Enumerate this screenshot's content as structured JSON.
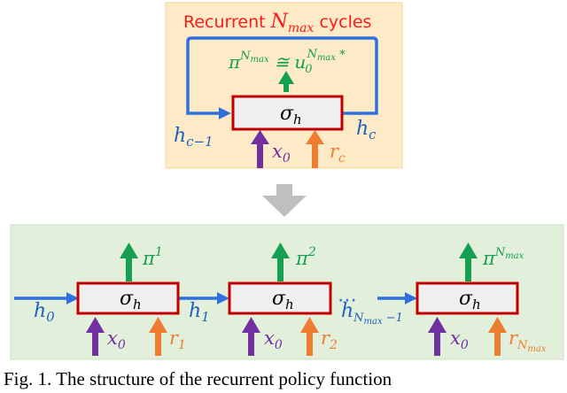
{
  "colors": {
    "top_panel_fill": "#fdebc8",
    "top_panel_stroke": "#f4d49a",
    "bottom_panel_fill": "#e2efda",
    "bottom_panel_stroke": "#c9dfbc",
    "cell_fill": "#efefef",
    "cell_stroke": "#c00000",
    "loop_blue": "#2f6fe0",
    "text_blue": "#1f5fbf",
    "green": "#14a050",
    "purple": "#7030a0",
    "orange": "#ed7d31",
    "title_red": "#ff1a1a",
    "down_arrow_gray": "#bfbfbf"
  },
  "top_panel": {
    "title_prefix": "Recurrent ",
    "title_var": "N",
    "title_sub": "max",
    "title_suffix": " cycles",
    "cell": {
      "sym": "σ",
      "sub": "h"
    },
    "output": {
      "pi": "π",
      "pi_sup_N": "N",
      "pi_sup_max": "max",
      "approx": "≅",
      "u": "u",
      "u_sub": "0",
      "u_sup_N": "N",
      "u_sup_max": "max",
      "u_star": " *"
    },
    "input_left": {
      "sym": "h",
      "sub": "c−1"
    },
    "output_right": {
      "sym": "h",
      "sub": "c"
    },
    "input_x": {
      "sym": "x",
      "sub": "0"
    },
    "input_r": {
      "sym": "r",
      "sub": "c"
    }
  },
  "bottom_panel": {
    "cells": [
      {
        "sym": "σ",
        "sub": "h",
        "out_sym": "π",
        "out_sup": "1",
        "x_sym": "x",
        "x_sub": "0",
        "r_sym": "r",
        "r_sub": "1"
      },
      {
        "sym": "σ",
        "sub": "h",
        "out_sym": "π",
        "out_sup": "2",
        "x_sym": "x",
        "x_sub": "0",
        "r_sym": "r",
        "r_sub": "2"
      },
      {
        "sym": "σ",
        "sub": "h",
        "out_sym": "π",
        "out_sup_N": "N",
        "out_sup_max": "max",
        "x_sym": "x",
        "x_sub": "0",
        "r_sym": "r",
        "r_sub_N": "N",
        "r_sub_max": "max"
      }
    ],
    "h_labels": [
      {
        "sym": "h",
        "sub": "0"
      },
      {
        "sym": "h",
        "sub": "1"
      },
      {
        "sym": "h",
        "sub_N": "N",
        "sub_max": "max",
        "sub_tail": " −1"
      }
    ],
    "ellipsis": "⋯"
  },
  "caption": "Fig. 1. The structure of the recurrent policy function"
}
